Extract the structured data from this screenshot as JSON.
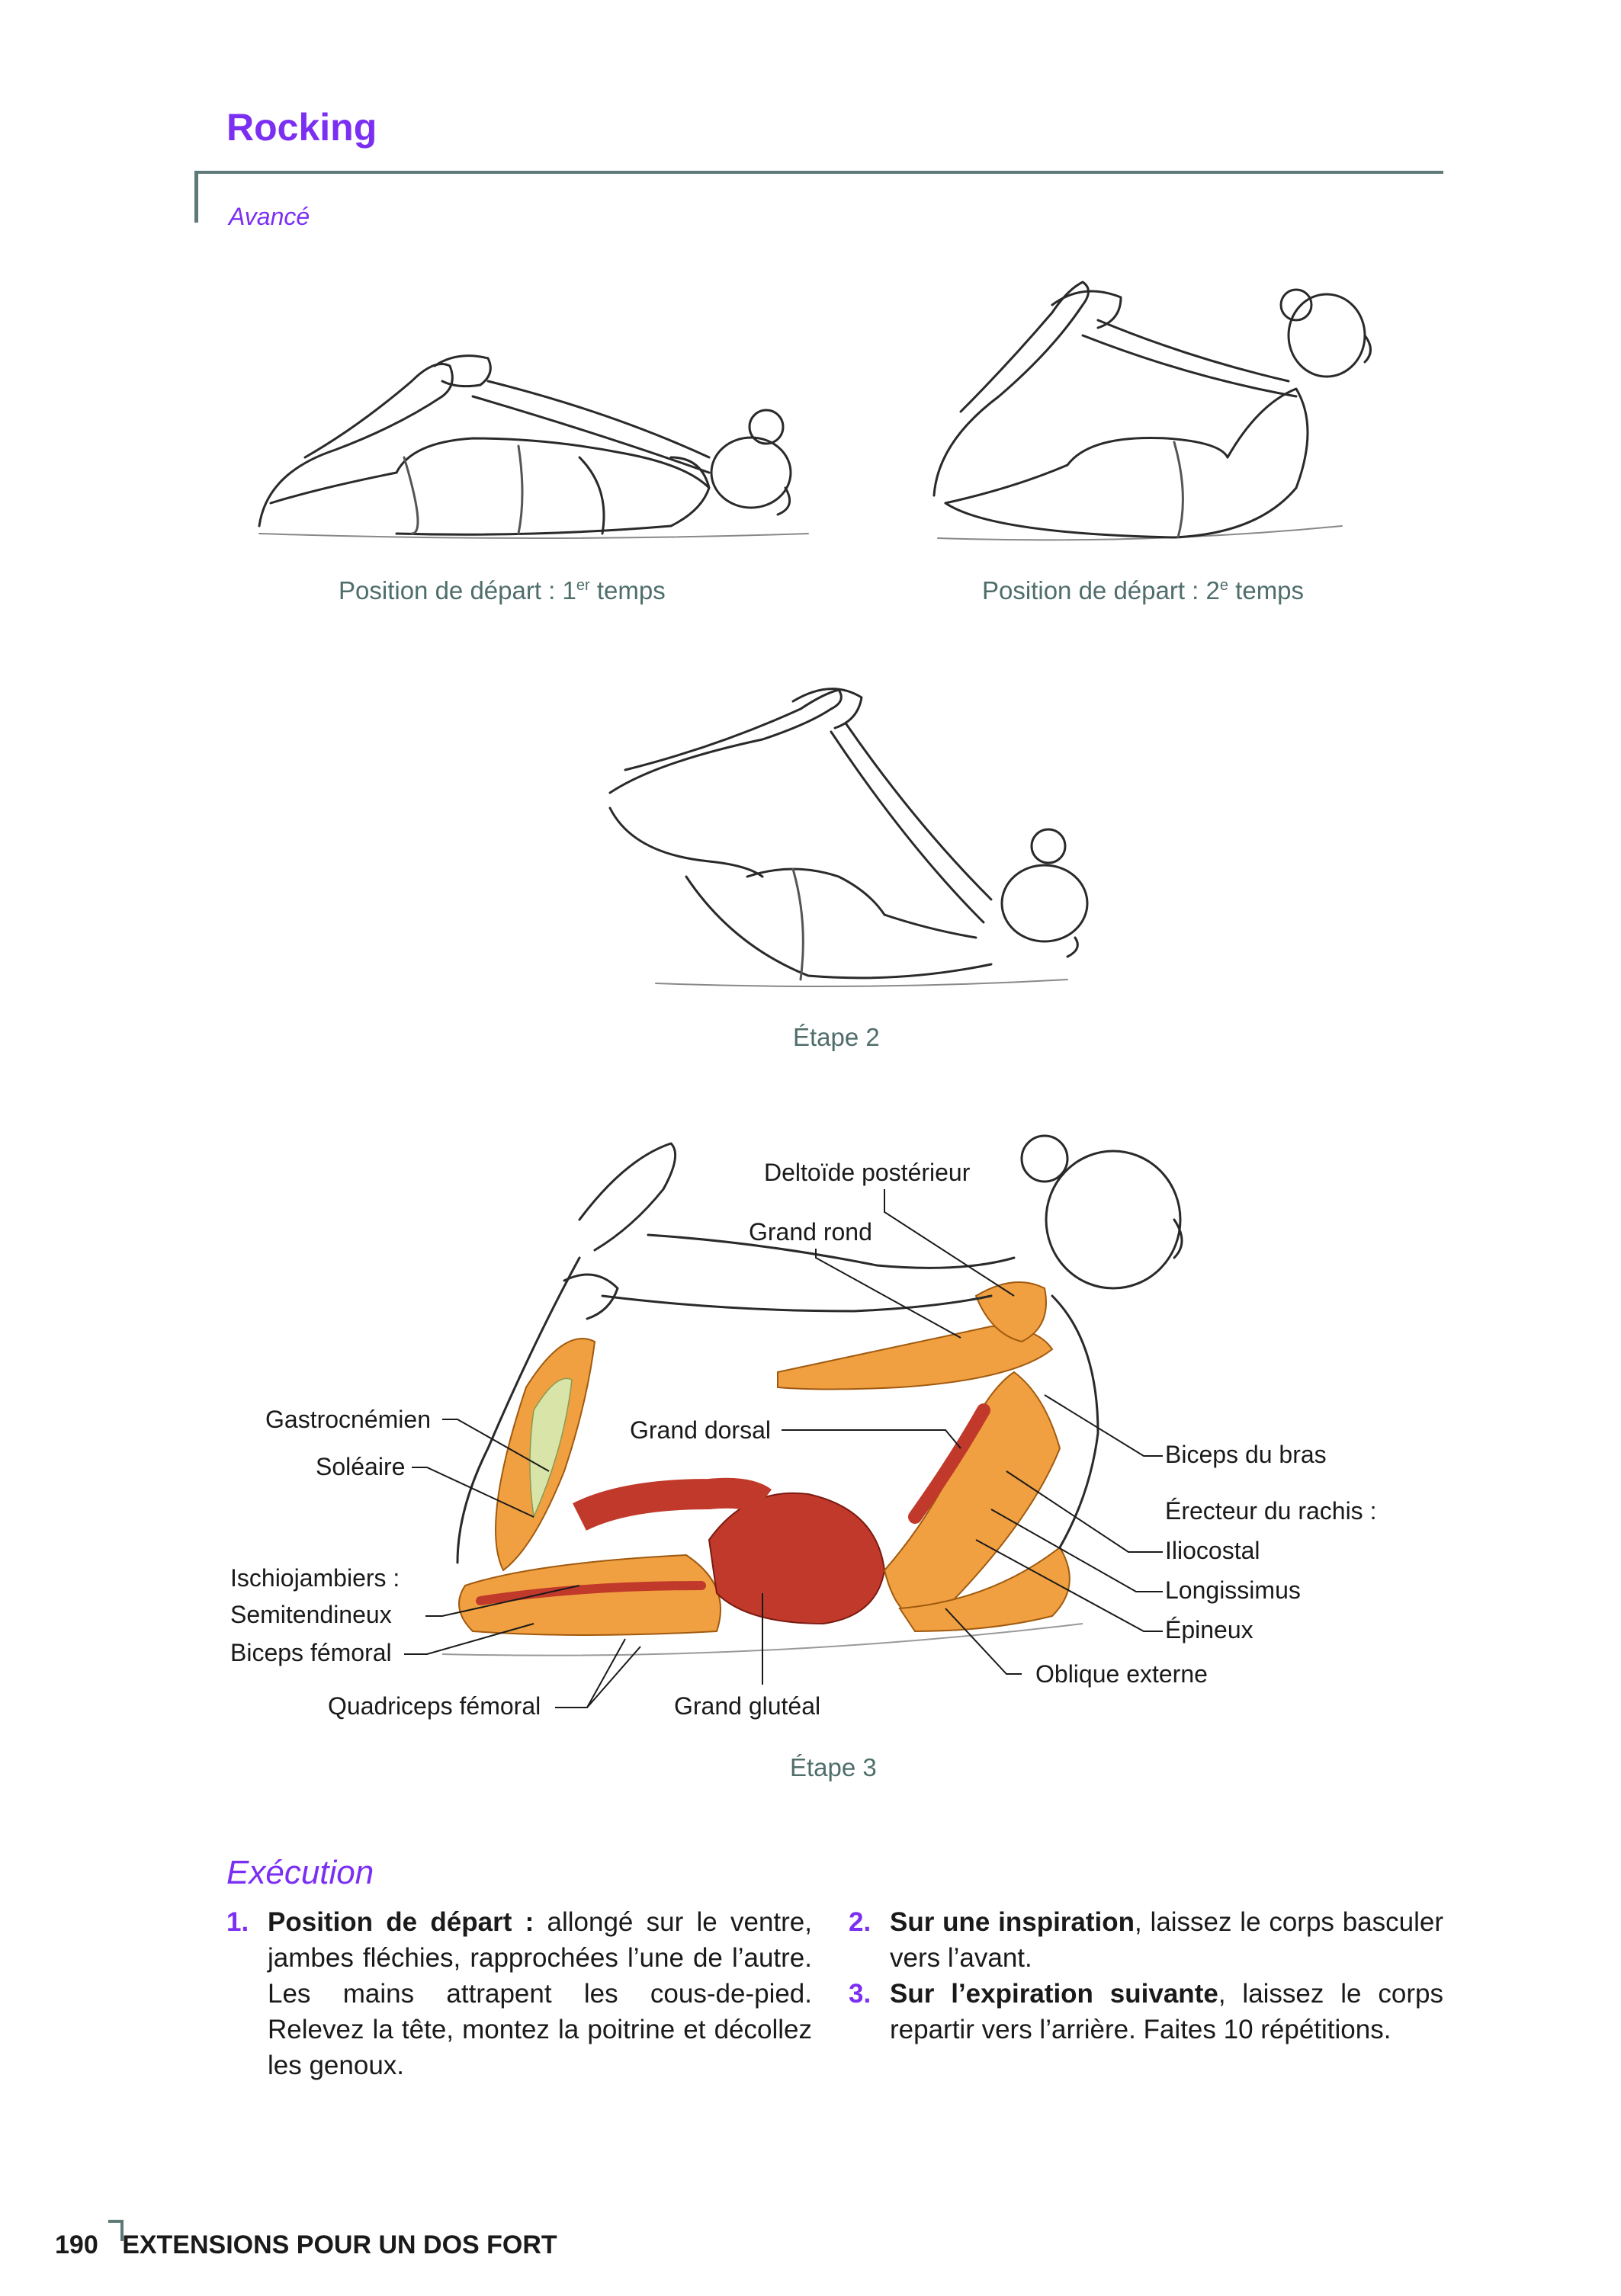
{
  "header": {
    "title": "Rocking",
    "level": "Avancé"
  },
  "figures": {
    "fig1_caption": {
      "main": "Position de départ : 1",
      "sup": "er",
      "tail": " temps"
    },
    "fig2_caption": {
      "main": "Position de départ : 2",
      "sup": "e",
      "tail": " temps"
    },
    "fig3_caption": "Étape 2",
    "fig4_caption": "Étape 3"
  },
  "muscles": {
    "deltoide": "Deltoïde postérieur",
    "grand_rond": "Grand rond",
    "gastrocnemien": "Gastrocnémien",
    "soleaire": "Soléaire",
    "grand_dorsal": "Grand dorsal",
    "biceps_bras": "Biceps du bras",
    "erecteur": "Érecteur du rachis :",
    "iliocostal": "Iliocostal",
    "longissimus": "Longissimus",
    "epineux": "Épineux",
    "ischio": "Ischiojambiers :",
    "semitendineux": "Semitendineux",
    "biceps_femoral": "Biceps fémoral",
    "oblique": "Oblique externe",
    "quadriceps": "Quadriceps fémoral",
    "grand_gluteal": "Grand glutéal"
  },
  "execution": {
    "title": "Exécution",
    "steps": [
      {
        "num": "1.",
        "lead": "Position de départ :",
        "text": " allongé sur le ventre, jambes fléchies, rapprochées l’une de l’autre. Les mains attrapent les cous-de-pied. Relevez la tête, montez la poitrine et décollez les genoux."
      },
      {
        "num": "2.",
        "lead": "Sur une inspiration",
        "text": ", laissez le corps basculer vers l’avant."
      },
      {
        "num": "3.",
        "lead": "Sur l’expiration suivante",
        "text": ", laissez le corps repartir vers l’arrière. Faites 10 répétitions."
      }
    ]
  },
  "footer": {
    "page": "190",
    "section": "EXTENSIONS POUR UN DOS FORT"
  },
  "colors": {
    "accent": "#7b2ff2",
    "teal": "#5d7a78",
    "caption": "#4f6e6b",
    "muscle_red": "#c0392b",
    "muscle_orange": "#f0a040"
  }
}
